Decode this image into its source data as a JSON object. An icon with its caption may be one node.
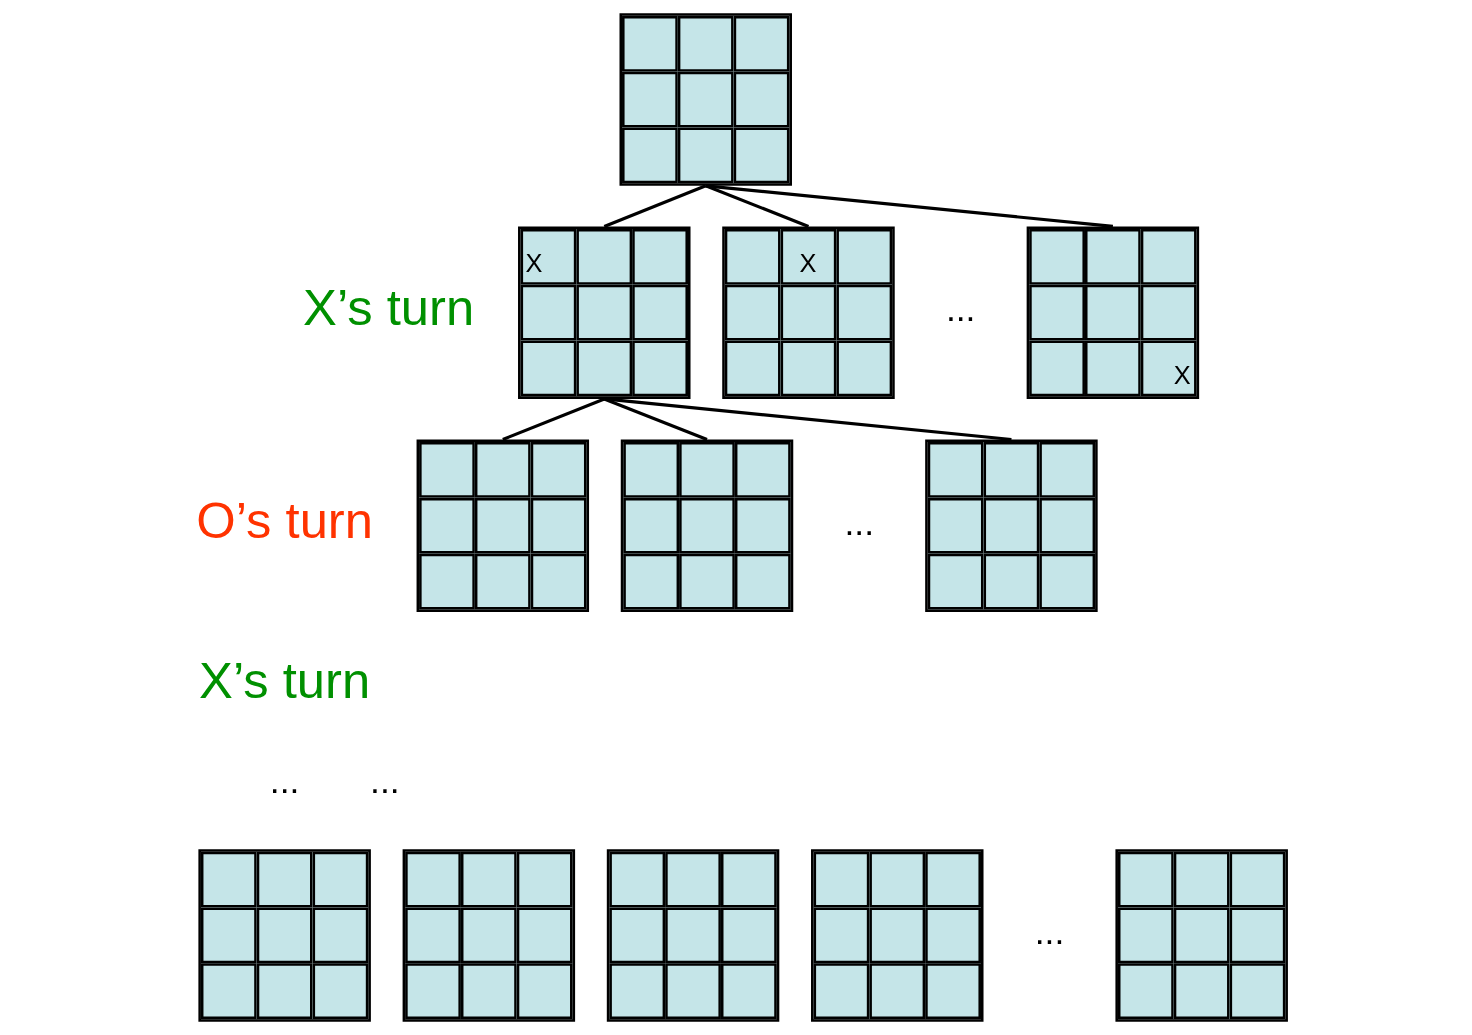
{
  "diagram": {
    "nodes": [
      {
        "text": [],
        "shape": "grid"
      },
      {
        "text": [
          "X"
        ]
      },
      {
        "text": [
          "X"
        ]
      },
      {
        "text": [
          "X"
        ]
      },
      {
        "text": [],
        "shape": "grid"
      },
      {
        "text": [],
        "shape": "grid"
      },
      {
        "text": [],
        "shape": "grid"
      },
      {
        "text": [],
        "shape": "grid"
      },
      {
        "text": [],
        "shape": "grid"
      },
      {
        "text": [],
        "shape": "grid"
      },
      {
        "text": [],
        "shape": "grid"
      },
      {
        "text": [],
        "shape": "grid"
      }
    ],
    "edges": [
      {
        "from": 0,
        "to": 1,
        "arrow": "none"
      },
      {
        "from": 0,
        "to": 2,
        "arrow": "none"
      },
      {
        "from": 0,
        "to": 3,
        "arrow": "none"
      },
      {
        "from": 1,
        "to": 4,
        "arrow": "none"
      },
      {
        "from": 1,
        "to": 5,
        "arrow": "none"
      },
      {
        "from": 1,
        "to": 6,
        "arrow": "none"
      }
    ],
    "labels": [
      "X’s turn",
      "...",
      "O’s turn",
      "...",
      "X’s turn",
      "...",
      "...",
      "..."
    ]
  }
}
